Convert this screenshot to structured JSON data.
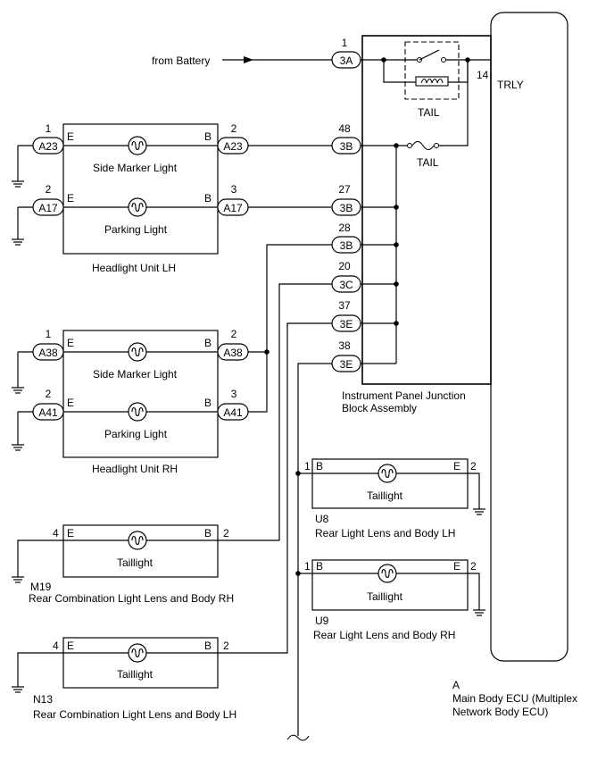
{
  "battery_label": "from Battery",
  "ecu": {
    "letter": "A",
    "name_line1": "Main Body ECU (Multiplex",
    "name_line2": "Network Body ECU)",
    "trly_label": "TRLY",
    "trly_pin": "14"
  },
  "ipjb": {
    "name_line1": "Instrument Panel Junction",
    "name_line2": "Block Assembly",
    "relay_label": "TAIL",
    "fuse_label": "TAIL"
  },
  "ipjb_connectors": [
    {
      "code": "3A",
      "pin": "1"
    },
    {
      "code": "3B",
      "pin": "48"
    },
    {
      "code": "3B",
      "pin": "27"
    },
    {
      "code": "3B",
      "pin": "28"
    },
    {
      "code": "3C",
      "pin": "20"
    },
    {
      "code": "3E",
      "pin": "37"
    },
    {
      "code": "3E",
      "pin": "38"
    }
  ],
  "headlight_lh": {
    "name": "Headlight Unit LH",
    "side_marker": {
      "label": "Side Marker Light",
      "conn": "A23",
      "pin_e": "1",
      "pin_b": "2",
      "e": "E",
      "b": "B"
    },
    "parking": {
      "label": "Parking Light",
      "conn": "A17",
      "pin_e": "2",
      "pin_b": "3",
      "e": "E",
      "b": "B"
    }
  },
  "headlight_rh": {
    "name": "Headlight Unit RH",
    "side_marker": {
      "label": "Side Marker Light",
      "conn": "A38",
      "pin_e": "1",
      "pin_b": "2",
      "e": "E",
      "b": "B"
    },
    "parking": {
      "label": "Parking Light",
      "conn": "A41",
      "pin_e": "2",
      "pin_b": "3",
      "e": "E",
      "b": "B"
    }
  },
  "rear_lamps": {
    "u8": {
      "code": "U8",
      "name": "Rear Light Lens and Body LH",
      "label": "Taillight",
      "pin_b": "1",
      "pin_e": "2",
      "b": "B",
      "e": "E"
    },
    "u9": {
      "code": "U9",
      "name": "Rear Light Lens and Body RH",
      "label": "Taillight",
      "pin_b": "1",
      "pin_e": "2",
      "b": "B",
      "e": "E"
    },
    "m19": {
      "code": "M19",
      "name": "Rear Combination Light Lens and Body RH",
      "label": "Taillight",
      "pin_e": "4",
      "pin_b": "2",
      "e": "E",
      "b": "B"
    },
    "n13": {
      "code": "N13",
      "name": "Rear Combination Light Lens and Body LH",
      "label": "Taillight",
      "pin_e": "4",
      "pin_b": "2",
      "e": "E",
      "b": "B"
    }
  }
}
